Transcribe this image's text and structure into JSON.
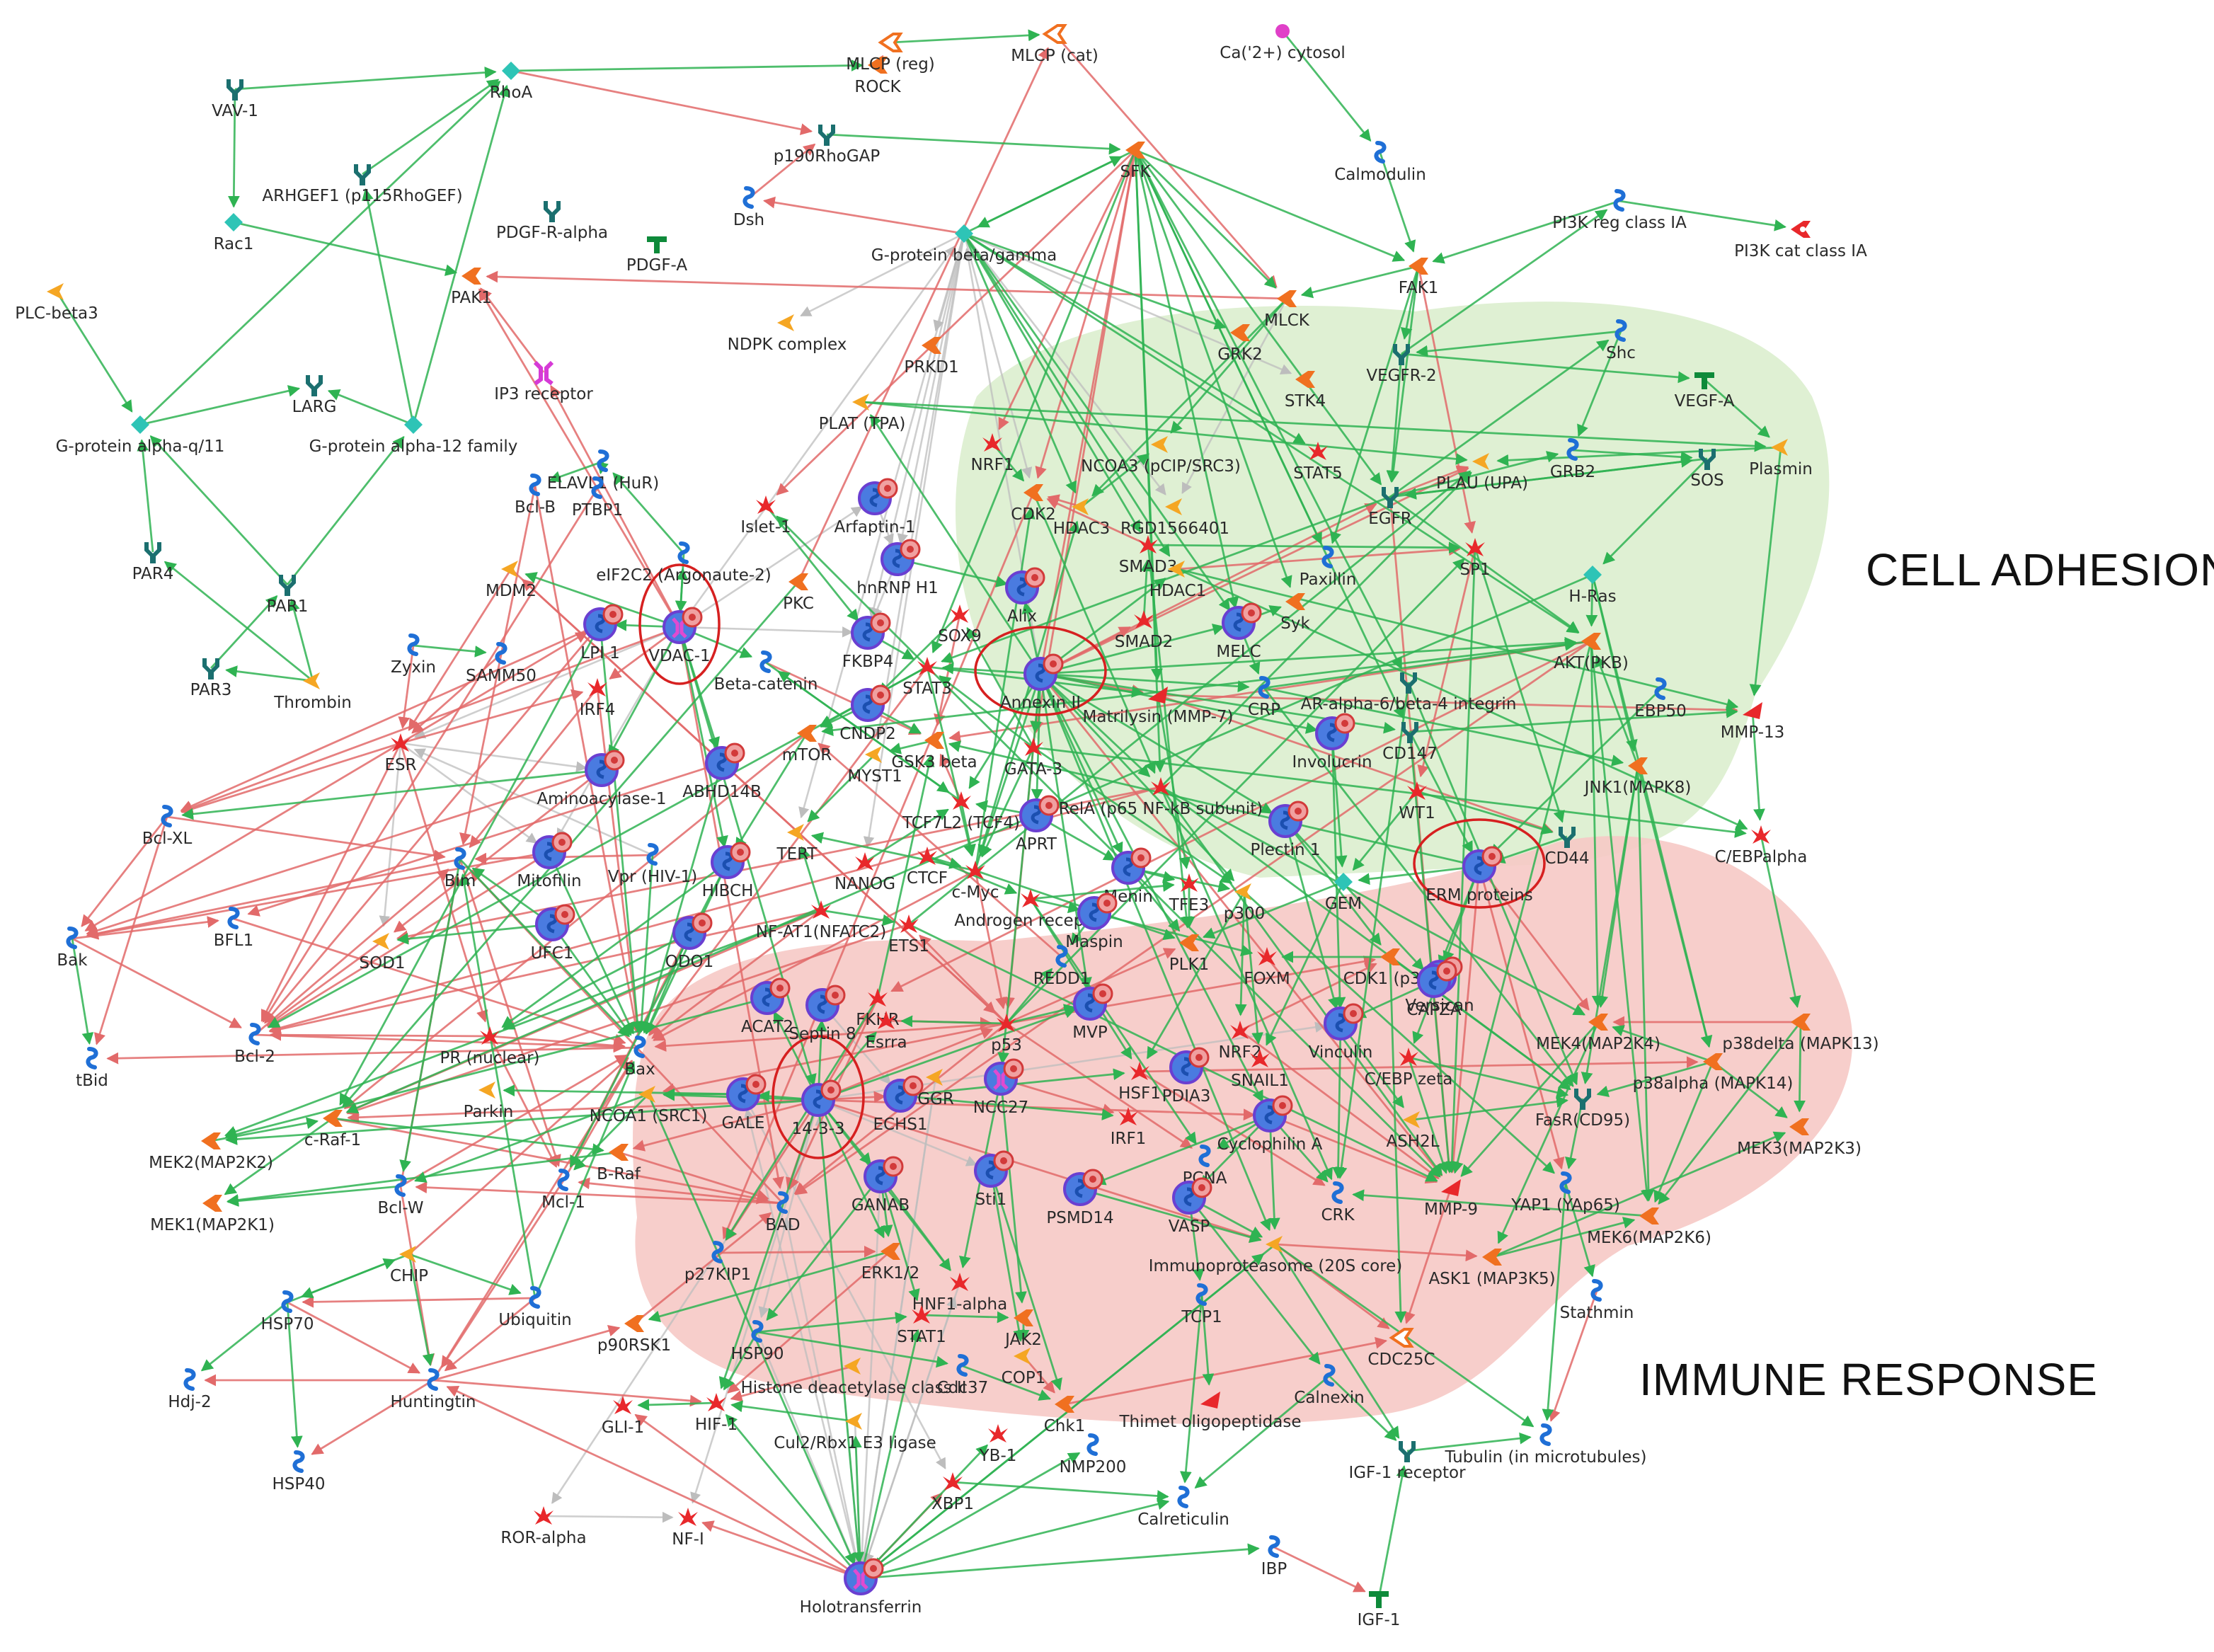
{
  "regions": {
    "cell_adhesion": {
      "label": "CELL ADHESION",
      "color": "#dff0d3"
    },
    "immune_response": {
      "label": "IMMUNE RESPONSE",
      "color": "#f6c9c5"
    }
  },
  "colors": {
    "activation_edge": "#2fb352",
    "inhibition_edge": "#e26a6a",
    "unspecified_edge": "#bdbdbd",
    "highlight_circle": "#d62020",
    "kinase": "#f07020",
    "enzyme": "#f5a623",
    "transcription_factor": "#e8282b",
    "generic_protein": "#1f6fd6",
    "receptor": "#1b6f6f",
    "g_protein": "#2ec4b6",
    "ligand": "#0e8a3a",
    "protease": "#e8282b",
    "channel": "#d63ad6",
    "experimental_hit": "#6a3fd1",
    "compound": "#e040c8"
  },
  "nodes": [
    {
      "id": "rock",
      "label": "ROCK",
      "type": "kinase"
    },
    {
      "id": "mlcp_reg",
      "label": "MLCP (reg)",
      "type": "phosphatase"
    },
    {
      "id": "mlcp_cat",
      "label": "MLCP (cat)",
      "type": "phosphatase"
    },
    {
      "id": "ca",
      "label": "Ca('2+) cytosol",
      "type": "compound"
    },
    {
      "id": "vav1",
      "label": "VAV-1",
      "type": "receptor"
    },
    {
      "id": "rhoa",
      "label": "RhoA",
      "type": "g_protein"
    },
    {
      "id": "p190",
      "label": "p190RhoGAP",
      "type": "receptor"
    },
    {
      "id": "sfk",
      "label": "SFK",
      "type": "kinase"
    },
    {
      "id": "calmodulin",
      "label": "Calmodulin",
      "type": "generic_protein"
    },
    {
      "id": "arhgef1",
      "label": "ARHGEF1 (p115RhoGEF)",
      "type": "receptor"
    },
    {
      "id": "rac1",
      "label": "Rac1",
      "type": "g_protein"
    },
    {
      "id": "pdgfr",
      "label": "PDGF-R-alpha",
      "type": "receptor"
    },
    {
      "id": "pdgfa",
      "label": "PDGF-A",
      "type": "ligand"
    },
    {
      "id": "dsh",
      "label": "Dsh",
      "type": "generic_protein"
    },
    {
      "id": "gbg",
      "label": "G-protein beta/gamma",
      "type": "g_protein"
    },
    {
      "id": "pi3kreg",
      "label": "PI3K reg class IA",
      "type": "generic_protein"
    },
    {
      "id": "pi3kcat",
      "label": "PI3K cat class IA",
      "type": "kinase_red"
    },
    {
      "id": "plcb3",
      "label": "PLC-beta3",
      "type": "enzyme"
    },
    {
      "id": "pak1",
      "label": "PAK1",
      "type": "kinase"
    },
    {
      "id": "ndpk",
      "label": "NDPK complex",
      "type": "enzyme"
    },
    {
      "id": "mlck",
      "label": "MLCK",
      "type": "kinase"
    },
    {
      "id": "fak1",
      "label": "FAK1",
      "type": "kinase"
    },
    {
      "id": "ip3r",
      "label": "IP3 receptor",
      "type": "channel"
    },
    {
      "id": "prkd1",
      "label": "PRKD1",
      "type": "kinase"
    },
    {
      "id": "grk2",
      "label": "GRK2",
      "type": "kinase"
    },
    {
      "id": "vegfr2",
      "label": "VEGFR-2",
      "type": "receptor"
    },
    {
      "id": "shc",
      "label": "Shc",
      "type": "generic_protein"
    },
    {
      "id": "vegfa",
      "label": "VEGF-A",
      "type": "ligand"
    },
    {
      "id": "larg",
      "label": "LARG",
      "type": "receptor"
    },
    {
      "id": "plat",
      "label": "PLAT (TPA)",
      "type": "enzyme"
    },
    {
      "id": "stk4",
      "label": "STK4",
      "type": "kinase"
    },
    {
      "id": "plasmin",
      "label": "Plasmin",
      "type": "enzyme"
    },
    {
      "id": "gaq",
      "label": "G-protein alpha-q/11",
      "type": "g_protein"
    },
    {
      "id": "ga12",
      "label": "G-protein alpha-12 family",
      "type": "g_protein"
    },
    {
      "id": "nrf1",
      "label": "NRF1",
      "type": "tf"
    },
    {
      "id": "ncoa3",
      "label": "NCOA3 (pCIP/SRC3)",
      "type": "enzyme"
    },
    {
      "id": "stat5",
      "label": "STAT5",
      "type": "tf"
    },
    {
      "id": "plau",
      "label": "PLAU (UPA)",
      "type": "enzyme"
    },
    {
      "id": "grb2",
      "label": "GRB2",
      "type": "generic_protein"
    },
    {
      "id": "sos",
      "label": "SOS",
      "type": "receptor"
    },
    {
      "id": "bclb",
      "label": "Bcl-B",
      "type": "generic_protein"
    },
    {
      "id": "elavl1",
      "label": "ELAVL1 (HuR)",
      "type": "generic_protein"
    },
    {
      "id": "ptbp1",
      "label": "PTBP1",
      "type": "generic_protein"
    },
    {
      "id": "arfaptin",
      "label": "Arfaptin-1",
      "type": "hit"
    },
    {
      "id": "cdk2",
      "label": "CDK2",
      "type": "kinase"
    },
    {
      "id": "hdac3",
      "label": "HDAC3",
      "type": "enzyme"
    },
    {
      "id": "rgd",
      "label": "RGD1566401",
      "type": "enzyme"
    },
    {
      "id": "egfr",
      "label": "EGFR",
      "type": "receptor"
    },
    {
      "id": "par4",
      "label": "PAR4",
      "type": "receptor"
    },
    {
      "id": "islet1",
      "label": "Islet-1",
      "type": "tf"
    },
    {
      "id": "hnrnph1",
      "label": "hnRNP H1",
      "type": "hit"
    },
    {
      "id": "alix",
      "label": "Alix",
      "type": "hit"
    },
    {
      "id": "smad3",
      "label": "SMAD3",
      "type": "tf"
    },
    {
      "id": "hdac1",
      "label": "HDAC1",
      "type": "enzyme"
    },
    {
      "id": "paxillin",
      "label": "Paxillin",
      "type": "generic_protein"
    },
    {
      "id": "sp1",
      "label": "SP1",
      "type": "tf"
    },
    {
      "id": "hras",
      "label": "H-Ras",
      "type": "g_protein"
    },
    {
      "id": "mdm2",
      "label": "MDM2",
      "type": "enzyme"
    },
    {
      "id": "eif2c2",
      "label": "eIF2C2 (Argonaute-2)",
      "type": "generic_protein"
    },
    {
      "id": "pkc",
      "label": "PKC",
      "type": "kinase"
    },
    {
      "id": "par1",
      "label": "PAR1",
      "type": "receptor"
    },
    {
      "id": "lpi1",
      "label": "LPI 1",
      "type": "hit"
    },
    {
      "id": "vdac1",
      "label": "VDAC-1",
      "type": "hit_channel"
    },
    {
      "id": "fkbp4",
      "label": "FKBP4",
      "type": "hit"
    },
    {
      "id": "sox9",
      "label": "SOX9",
      "type": "tf"
    },
    {
      "id": "smad2",
      "label": "SMAD2",
      "type": "tf"
    },
    {
      "id": "melc",
      "label": "MELC",
      "type": "hit"
    },
    {
      "id": "syk",
      "label": "Syk",
      "type": "kinase"
    },
    {
      "id": "aktpkb",
      "label": "AKT(PKB)",
      "type": "kinase"
    },
    {
      "id": "zyxin",
      "label": "Zyxin",
      "type": "generic_protein"
    },
    {
      "id": "samm50",
      "label": "SAMM50",
      "type": "generic_protein"
    },
    {
      "id": "par3",
      "label": "PAR3",
      "type": "receptor"
    },
    {
      "id": "thrombin",
      "label": "Thrombin",
      "type": "enzyme"
    },
    {
      "id": "stat3",
      "label": "STAT3",
      "type": "tf"
    },
    {
      "id": "annexin2",
      "label": "Annexin II",
      "type": "hit"
    },
    {
      "id": "betacat",
      "label": "Beta-catenin",
      "type": "generic_protein"
    },
    {
      "id": "mmp7",
      "label": "Matrilysin (MMP-7)",
      "type": "protease"
    },
    {
      "id": "crp",
      "label": "CRP",
      "type": "generic_protein"
    },
    {
      "id": "arintegrin",
      "label": "AR-alpha-6/beta-4 integrin",
      "type": "receptor"
    },
    {
      "id": "ebp50",
      "label": "EBP50",
      "type": "generic_protein"
    },
    {
      "id": "mmp13",
      "label": "MMP-13",
      "type": "protease"
    },
    {
      "id": "irf4",
      "label": "IRF4",
      "type": "tf"
    },
    {
      "id": "cndp2",
      "label": "CNDP2",
      "type": "hit"
    },
    {
      "id": "involucrin",
      "label": "Involucrin",
      "type": "hit"
    },
    {
      "id": "cd147",
      "label": "CD147",
      "type": "receptor"
    },
    {
      "id": "esr",
      "label": "ESR",
      "type": "tf"
    },
    {
      "id": "mtor",
      "label": "mTOR",
      "type": "kinase"
    },
    {
      "id": "gsk3b",
      "label": "GSK3 beta",
      "type": "kinase"
    },
    {
      "id": "gata3",
      "label": "GATA-3",
      "type": "tf"
    },
    {
      "id": "rela",
      "label": "RelA (p65 NF-kB subunit)",
      "type": "tf"
    },
    {
      "id": "jnk1",
      "label": "JNK1(MAPK8)",
      "type": "kinase"
    },
    {
      "id": "aminoacylase",
      "label": "Aminoacylase-1",
      "type": "hit"
    },
    {
      "id": "abhd14b",
      "label": "ABHD14B",
      "type": "hit"
    },
    {
      "id": "myst1",
      "label": "MYST1",
      "type": "enzyme"
    },
    {
      "id": "wt1",
      "label": "WT1",
      "type": "tf"
    },
    {
      "id": "bclxl",
      "label": "Bcl-XL",
      "type": "generic_protein"
    },
    {
      "id": "tcf7l2",
      "label": "TCF7L2 (TCF4)",
      "type": "tf"
    },
    {
      "id": "aprt",
      "label": "APRT",
      "type": "hit"
    },
    {
      "id": "plectin",
      "label": "Plectin 1",
      "type": "hit"
    },
    {
      "id": "cebpa",
      "label": "C/EBPalpha",
      "type": "tf"
    },
    {
      "id": "tert",
      "label": "TERT",
      "type": "enzyme"
    },
    {
      "id": "mitofilin",
      "label": "Mitofilin",
      "type": "hit"
    },
    {
      "id": "bim",
      "label": "Bim",
      "type": "generic_protein"
    },
    {
      "id": "vpr",
      "label": "Vpr (HIV-1)",
      "type": "generic_protein"
    },
    {
      "id": "hibch",
      "label": "HIBCH",
      "type": "hit"
    },
    {
      "id": "nanog",
      "label": "NANOG",
      "type": "tf"
    },
    {
      "id": "ctcf",
      "label": "CTCF",
      "type": "tf"
    },
    {
      "id": "menin",
      "label": "Menin",
      "type": "hit"
    },
    {
      "id": "gem",
      "label": "GEM",
      "type": "g_protein"
    },
    {
      "id": "erm",
      "label": "ERM proteins",
      "type": "hit"
    },
    {
      "id": "cd44",
      "label": "CD44",
      "type": "receptor"
    },
    {
      "id": "bfl1",
      "label": "BFL1",
      "type": "generic_protein"
    },
    {
      "id": "cmyc",
      "label": "c-Myc",
      "type": "tf"
    },
    {
      "id": "androgen",
      "label": "Androgen receptor",
      "type": "tf"
    },
    {
      "id": "maspin",
      "label": "Maspin",
      "type": "hit"
    },
    {
      "id": "tfe3",
      "label": "TFE3",
      "type": "tf"
    },
    {
      "id": "p300",
      "label": "p300",
      "type": "enzyme"
    },
    {
      "id": "bak",
      "label": "Bak",
      "type": "generic_protein"
    },
    {
      "id": "ufc1",
      "label": "UFC1",
      "type": "hit"
    },
    {
      "id": "odo1",
      "label": "ODO1",
      "type": "hit"
    },
    {
      "id": "nfat",
      "label": "NF-AT1(NFATC2)",
      "type": "tf"
    },
    {
      "id": "ets1",
      "label": "ETS1",
      "type": "tf"
    },
    {
      "id": "sod1",
      "label": "SOD1",
      "type": "enzyme"
    },
    {
      "id": "redd1",
      "label": "REDD1",
      "type": "generic_protein"
    },
    {
      "id": "plk1",
      "label": "PLK1",
      "type": "kinase"
    },
    {
      "id": "foxm",
      "label": "FOXM",
      "type": "tf"
    },
    {
      "id": "cdk1",
      "label": "CDK1 (p34)",
      "type": "kinase"
    },
    {
      "id": "versican",
      "label": "Versican",
      "type": "hit"
    },
    {
      "id": "fkhr",
      "label": "FKHR",
      "type": "tf"
    },
    {
      "id": "capza",
      "label": "CAPZA",
      "type": "hit"
    },
    {
      "id": "esrra",
      "label": "Esrra",
      "type": "tf"
    },
    {
      "id": "p53",
      "label": "p53",
      "type": "tf"
    },
    {
      "id": "nrf2",
      "label": "NRF2",
      "type": "tf"
    },
    {
      "id": "septin8",
      "label": "Septin 8",
      "type": "hit"
    },
    {
      "id": "acat2",
      "label": "ACAT2",
      "type": "hit"
    },
    {
      "id": "mvp",
      "label": "MVP",
      "type": "hit"
    },
    {
      "id": "prnuc",
      "label": "PR (nuclear)",
      "type": "tf"
    },
    {
      "id": "bcl2",
      "label": "Bcl-2",
      "type": "generic_protein"
    },
    {
      "id": "tbid",
      "label": "tBid",
      "type": "generic_protein"
    },
    {
      "id": "bax",
      "label": "Bax",
      "type": "generic_protein"
    },
    {
      "id": "ggr",
      "label": "GGR",
      "type": "enzyme"
    },
    {
      "id": "snail1",
      "label": "SNAIL1",
      "type": "tf"
    },
    {
      "id": "vinculin",
      "label": "Vinculin",
      "type": "hit"
    },
    {
      "id": "cebpz",
      "label": "C/EBP zeta",
      "type": "tf"
    },
    {
      "id": "p38d",
      "label": "p38delta (MAPK13)",
      "type": "kinase"
    },
    {
      "id": "mek4",
      "label": "MEK4(MAP2K4)",
      "type": "kinase"
    },
    {
      "id": "parkin",
      "label": "Parkin",
      "type": "enzyme"
    },
    {
      "id": "hsf1",
      "label": "HSF1",
      "type": "tf"
    },
    {
      "id": "pdia3",
      "label": "PDIA3",
      "type": "hit"
    },
    {
      "id": "p38a",
      "label": "p38alpha (MAPK14)",
      "type": "kinase"
    },
    {
      "id": "ncoa1",
      "label": "NCOA1 (SRC1)",
      "type": "enzyme"
    },
    {
      "id": "gale",
      "label": "GALE",
      "type": "hit"
    },
    {
      "id": "p1433",
      "label": "14-3-3",
      "type": "hit"
    },
    {
      "id": "echs1",
      "label": "ECHS1",
      "type": "hit"
    },
    {
      "id": "ncc27",
      "label": "NCC27",
      "type": "hit_channel"
    },
    {
      "id": "irf1",
      "label": "IRF1",
      "type": "tf"
    },
    {
      "id": "cypa",
      "label": "Cyclophilin A",
      "type": "hit"
    },
    {
      "id": "ash2l",
      "label": "ASH2L",
      "type": "enzyme"
    },
    {
      "id": "fasr",
      "label": "FasR(CD95)",
      "type": "receptor"
    },
    {
      "id": "mek2",
      "label": "MEK2(MAP2K2)",
      "type": "kinase"
    },
    {
      "id": "craf",
      "label": "c-Raf-1",
      "type": "kinase"
    },
    {
      "id": "mek3",
      "label": "MEK3(MAP2K3)",
      "type": "kinase"
    },
    {
      "id": "mcl1",
      "label": "Mcl-1",
      "type": "generic_protein"
    },
    {
      "id": "braf",
      "label": "B-Raf",
      "type": "kinase"
    },
    {
      "id": "pcna",
      "label": "PCNA",
      "type": "generic_protein"
    },
    {
      "id": "bclw",
      "label": "Bcl-W",
      "type": "generic_protein"
    },
    {
      "id": "bad",
      "label": "BAD",
      "type": "generic_protein"
    },
    {
      "id": "ganab",
      "label": "GANAB",
      "type": "hit"
    },
    {
      "id": "sti1",
      "label": "Sti1",
      "type": "hit"
    },
    {
      "id": "psmd14",
      "label": "PSMD14",
      "type": "hit"
    },
    {
      "id": "vasp",
      "label": "VASP",
      "type": "hit"
    },
    {
      "id": "crk",
      "label": "CRK",
      "type": "generic_protein"
    },
    {
      "id": "mmp9",
      "label": "MMP-9",
      "type": "protease"
    },
    {
      "id": "yap1",
      "label": "YAP1 (YAp65)",
      "type": "generic_protein"
    },
    {
      "id": "mek1",
      "label": "MEK1(MAP2K1)",
      "type": "kinase"
    },
    {
      "id": "mek6",
      "label": "MEK6(MAP2K6)",
      "type": "kinase"
    },
    {
      "id": "immuno",
      "label": "Immunoproteasome (20S core)",
      "type": "enzyme"
    },
    {
      "id": "chip",
      "label": "CHIP",
      "type": "enzyme"
    },
    {
      "id": "p27",
      "label": "p27KIP1",
      "type": "generic_protein"
    },
    {
      "id": "erk12",
      "label": "ERK1/2",
      "type": "kinase"
    },
    {
      "id": "hnf1a",
      "label": "HNF1-alpha",
      "type": "tf"
    },
    {
      "id": "ask1",
      "label": "ASK1 (MAP3K5)",
      "type": "kinase"
    },
    {
      "id": "hsp70",
      "label": "HSP70",
      "type": "generic_protein"
    },
    {
      "id": "ubiquitin",
      "label": "Ubiquitin",
      "type": "generic_protein"
    },
    {
      "id": "stathmin",
      "label": "Stathmin",
      "type": "generic_protein"
    },
    {
      "id": "tcp1",
      "label": "TCP1",
      "type": "generic_protein"
    },
    {
      "id": "stat1",
      "label": "STAT1",
      "type": "tf"
    },
    {
      "id": "jak2",
      "label": "JAK2",
      "type": "kinase"
    },
    {
      "id": "p90rsk1",
      "label": "p90RSK1",
      "type": "kinase"
    },
    {
      "id": "hsp90",
      "label": "HSP90",
      "type": "generic_protein"
    },
    {
      "id": "cop1",
      "label": "COP1",
      "type": "enzyme"
    },
    {
      "id": "cdc25c",
      "label": "CDC25C",
      "type": "phosphatase"
    },
    {
      "id": "hdj2",
      "label": "Hdj-2",
      "type": "generic_protein"
    },
    {
      "id": "huntingtin",
      "label": "Huntingtin",
      "type": "generic_protein"
    },
    {
      "id": "hdac_classII",
      "label": "Histone deacetylase class II",
      "type": "enzyme"
    },
    {
      "id": "cdc37",
      "label": "Cdc37",
      "type": "generic_protein"
    },
    {
      "id": "calnexin",
      "label": "Calnexin",
      "type": "generic_protein"
    },
    {
      "id": "glil",
      "label": "GLI-1",
      "type": "tf"
    },
    {
      "id": "hif1",
      "label": "HIF-1",
      "type": "tf"
    },
    {
      "id": "chk1",
      "label": "Chk1",
      "type": "kinase"
    },
    {
      "id": "thimet",
      "label": "Thimet oligopeptidase",
      "type": "protease"
    },
    {
      "id": "tubulin",
      "label": "Tubulin (in microtubules)",
      "type": "generic_protein"
    },
    {
      "id": "hsp40",
      "label": "HSP40",
      "type": "generic_protein"
    },
    {
      "id": "cul2",
      "label": "Cul2/Rbx1 E3 ligase",
      "type": "enzyme"
    },
    {
      "id": "yb1",
      "label": "YB-1",
      "type": "tf"
    },
    {
      "id": "nmp200",
      "label": "NMP200",
      "type": "generic_protein"
    },
    {
      "id": "igf1r",
      "label": "IGF-1 receptor",
      "type": "receptor"
    },
    {
      "id": "xbp1",
      "label": "XBP1",
      "type": "tf"
    },
    {
      "id": "calreticulin",
      "label": "Calreticulin",
      "type": "generic_protein"
    },
    {
      "id": "rora",
      "label": "ROR-alpha",
      "type": "tf"
    },
    {
      "id": "nfi",
      "label": "NF-I",
      "type": "tf"
    },
    {
      "id": "holotransferrin",
      "label": "Holotransferrin",
      "type": "hit_channel"
    },
    {
      "id": "ibp",
      "label": "IBP",
      "type": "generic_protein"
    },
    {
      "id": "igf1",
      "label": "IGF-1",
      "type": "ligand"
    }
  ],
  "highlighted": [
    "vdac1",
    "annexin2",
    "erm",
    "p1433"
  ]
}
